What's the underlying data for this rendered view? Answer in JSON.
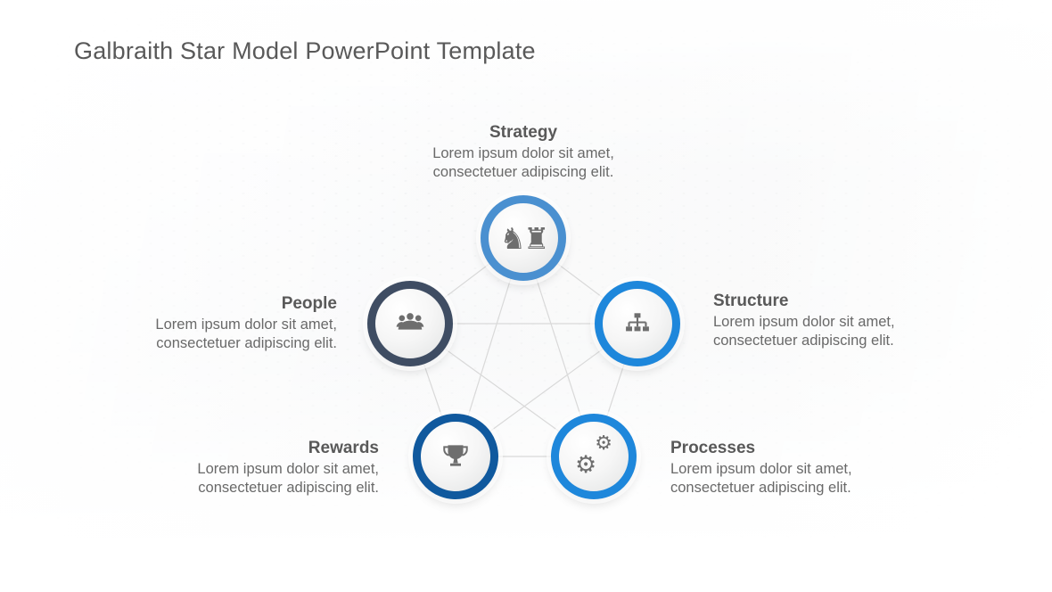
{
  "slide": {
    "title": "Galbraith Star Model PowerPoint Template"
  },
  "colors": {
    "title_text": "#595959",
    "heading_text": "#595959",
    "body_text": "#696969",
    "connector": "#d9d9d9",
    "icon": "#6e6e6e",
    "ring_strategy": "#4a90d0",
    "ring_structure": "#1e87db",
    "ring_processes": "#1e87db",
    "ring_rewards": "#10599e",
    "ring_people": "#3f4d63"
  },
  "nodes": [
    {
      "id": "strategy",
      "label": "Strategy",
      "description": "Lorem ipsum dolor sit amet, consectetuer adipiscing elit.",
      "ring_color": "#4a90d0",
      "icon": "chess-pieces-icon",
      "glyph": "♞♜"
    },
    {
      "id": "structure",
      "label": "Structure",
      "description": "Lorem ipsum dolor sit amet, consectetuer adipiscing elit.",
      "ring_color": "#1e87db",
      "icon": "org-chart-icon"
    },
    {
      "id": "processes",
      "label": "Processes",
      "description": "Lorem ipsum dolor sit amet, consectetuer adipiscing elit.",
      "ring_color": "#1e87db",
      "icon": "gears-icon",
      "glyph": "⚙"
    },
    {
      "id": "rewards",
      "label": "Rewards",
      "description": "Lorem ipsum dolor sit amet, consectetuer adipiscing elit.",
      "ring_color": "#10599e",
      "icon": "trophy-icon"
    },
    {
      "id": "people",
      "label": "People",
      "description": "Lorem ipsum dolor sit amet, consectetuer adipiscing elit.",
      "ring_color": "#3f4d63",
      "icon": "people-icon"
    }
  ]
}
